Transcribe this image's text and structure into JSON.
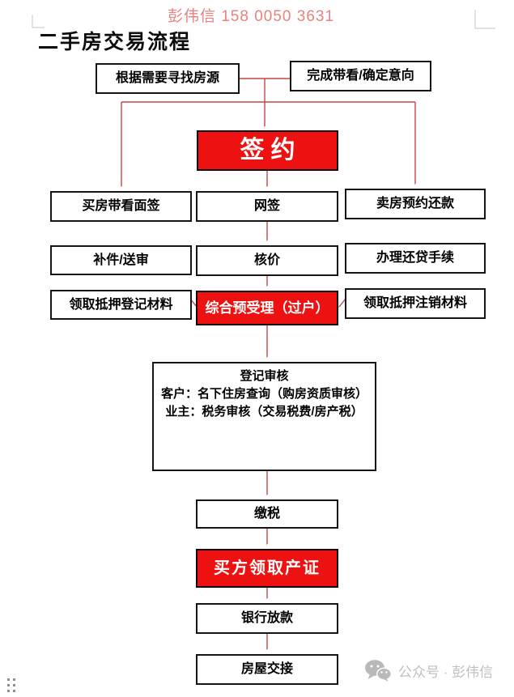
{
  "header": {
    "watermark": "彭伟信 158 0050 3631"
  },
  "title": "二手房交易流程",
  "flowchart": {
    "nodes": {
      "find_listing": "根据需要寻找房源",
      "confirm_intent": "完成带看/确定意向",
      "sign_contract": "签约",
      "buyer_interview": "买房带看面签",
      "online_sign": "网签",
      "seller_repay": "卖房预约还款",
      "supplement_review": "补件/送审",
      "price_verification": "核价",
      "loan_repay_procedure": "办理还贷手续",
      "mortgage_registration_docs": "领取抵押登记材料",
      "comprehensive_pre_acceptance": "综合预受理（过户）",
      "mortgage_cancellation_docs": "领取抵押注销材料",
      "registration_review": {
        "title": "登记审核",
        "line_client": "客户：名下住房查询（购房资质审核）",
        "line_owner": "业主：税务审核（交易税费/房产税）"
      },
      "pay_tax": "缴税",
      "buyer_receive_certificate": "买方领取产证",
      "bank_disbursement": "银行放款",
      "house_handover": "房屋交接"
    }
  },
  "footer": {
    "watermark": "公众号 · 彭伟信"
  },
  "colors": {
    "highlight_box_red": "#ee1111",
    "connector_red": "#c14747",
    "header_text_pink": "#e8827e",
    "watermark_gray": "#bfbfbf"
  }
}
